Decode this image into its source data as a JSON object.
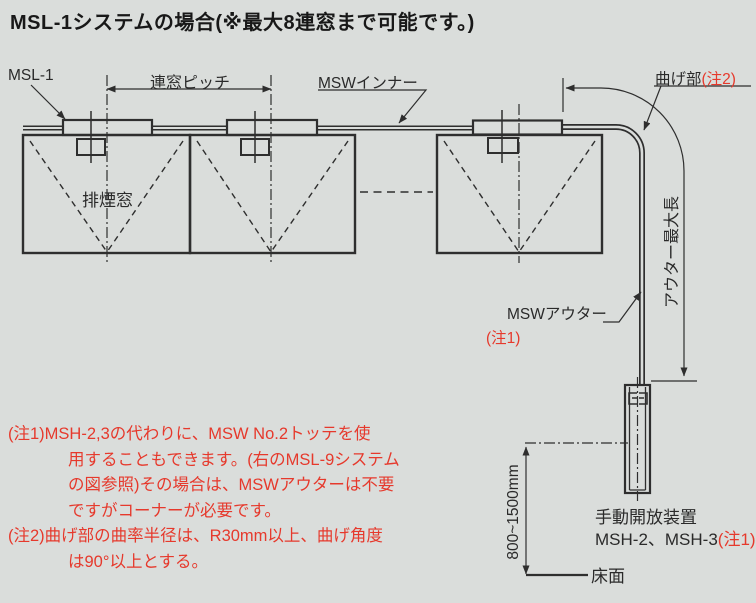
{
  "title": "MSL-1システムの場合(※最大8連窓まで可能です。)",
  "colors": {
    "background": "#dadddb",
    "line": "#2e2e2e",
    "note_red": "#e6392c"
  },
  "labels": {
    "msl1": "MSL-1",
    "window_pitch": "連窓ピッチ",
    "msw_inner": "MSWインナー",
    "bend": "曲げ部",
    "bend_note_ref": "(注2)",
    "smoke_window": "排煙窓",
    "msw_outer": "MSWアウター",
    "msw_outer_note_ref": "(注1)",
    "outer_max_length": "アウター最大長",
    "height_range": "800~1500mm",
    "manual_device_name": "手動開放装置",
    "manual_device_models": "MSH-2、MSH-3",
    "manual_device_note_ref": "(注1)",
    "floor": "床面"
  },
  "notes": {
    "note1": {
      "lines": [
        "(注1)MSH-2,3の代わりに、MSW No.2トッテを使",
        "用することもできます。(右のMSL-9システム",
        "の図参照)その場合は、MSWアウターは不要",
        "ですがコーナーが必要です。"
      ]
    },
    "note2": {
      "lines": [
        "(注2)曲げ部の曲率半径は、R30mm以上、曲げ角度",
        "は90°以上とする。"
      ]
    }
  }
}
